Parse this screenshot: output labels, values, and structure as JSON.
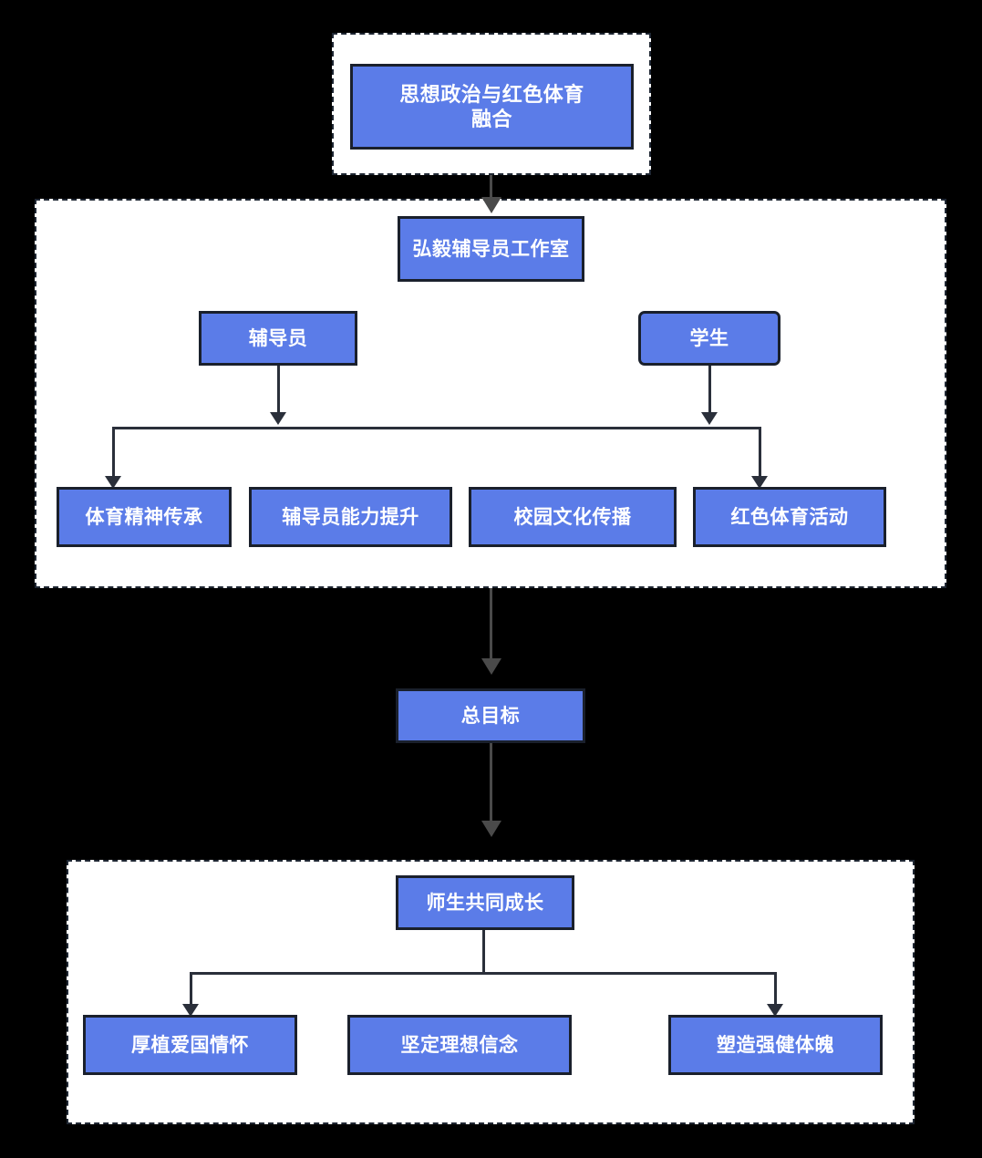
{
  "diagram": {
    "type": "flowchart",
    "direction": "top-down",
    "title_node": "思想政治与红色体育融合",
    "palette": {
      "canvas_background": "#000000",
      "cluster_background": "#ffffff",
      "cluster_border": "#1f2733",
      "node_fill": "#5b7ce8",
      "node_border": "#1a202c",
      "node_text": "#ffffff",
      "edge": "#2a2f3a",
      "edge_gray": "#4a4a4a"
    },
    "clusters": [
      {
        "id": "cluster-theme",
        "nodes": [
          "思想政治与红色体育融合"
        ]
      },
      {
        "id": "cluster-studio",
        "nodes": [
          "弘毅辅导员工作室",
          "辅导员",
          "学生",
          "体育精神传承",
          "辅导员能力提升",
          "校园文化传播",
          "红色体育活动"
        ]
      },
      {
        "id": "cluster-growth",
        "nodes": [
          "师生共同成长",
          "厚植爱国情怀",
          "坚定理想信念",
          "塑造强健体魄"
        ]
      }
    ],
    "nodes": {
      "theme": {
        "label_line1": "思想政治与红色体育",
        "label_line2": "融合"
      },
      "studio": {
        "label_line1": "弘毅辅导员工作室"
      },
      "counselor": {
        "label": "辅导员"
      },
      "student": {
        "label": "学生"
      },
      "sports_spirit": {
        "label": "体育精神传承"
      },
      "counselor_ability": {
        "label": "辅导员能力提升"
      },
      "campus_culture": {
        "label": "校园文化传播"
      },
      "red_sports": {
        "label": "红色体育活动"
      },
      "overall_goal": {
        "label": "总目标"
      },
      "mutual_growth": {
        "label": "师生共同成长"
      },
      "patriotism": {
        "label": "厚植爱国情怀"
      },
      "ideals": {
        "label": "坚定理想信念"
      },
      "physique": {
        "label": "塑造强健体魄"
      }
    },
    "edges": [
      {
        "from": "思想政治与红色体育融合",
        "to": "弘毅辅导员工作室"
      },
      {
        "from": "辅导员",
        "to": "体育精神传承"
      },
      {
        "from": "学生",
        "to": "红色体育活动"
      },
      {
        "from": "弘毅辅导员工作室",
        "to": "总目标"
      },
      {
        "from": "总目标",
        "to": "师生共同成长"
      },
      {
        "from": "师生共同成长",
        "to": "厚植爱国情怀"
      },
      {
        "from": "师生共同成长",
        "to": "塑造强健体魄"
      }
    ]
  }
}
